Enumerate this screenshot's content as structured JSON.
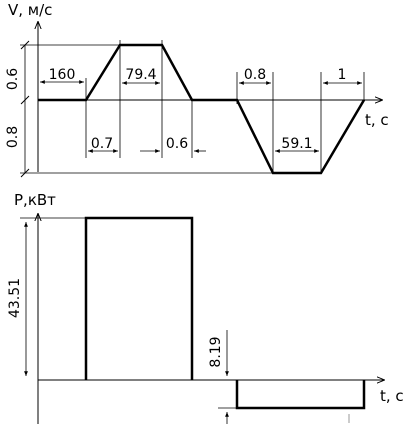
{
  "velocity_chart": {
    "y_label": "V, м/с",
    "x_label": "t, с",
    "pos_height_label": "0.6",
    "neg_height_label": "0.8",
    "segments": {
      "pause_1": "160",
      "accel_up": "0.7",
      "hold_up": "79.4",
      "decel_up": "0.6",
      "accel_down": "0.8",
      "hold_down": "59.1",
      "decel_down": "1"
    }
  },
  "power_chart": {
    "y_label": "P,кВт",
    "x_label": "t, с",
    "pos_level_label": "43.51",
    "neg_level_label": "8.19"
  }
}
